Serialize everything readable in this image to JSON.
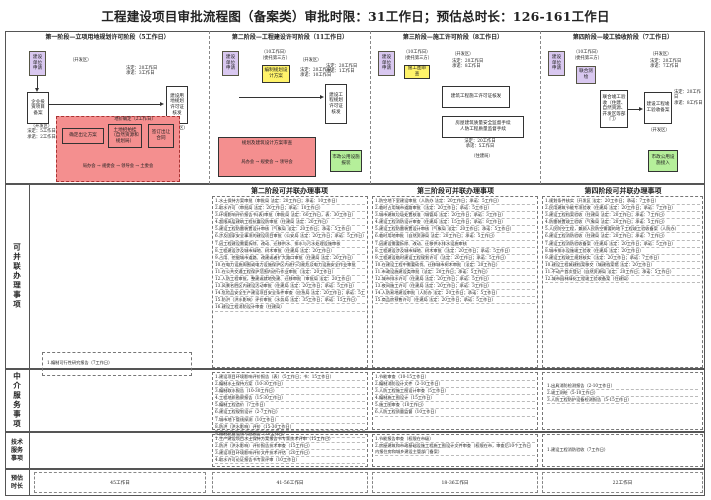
{
  "title": "工程建设项目审批流程图（备案类）审批时限：31工作日；预估总时长：126-161工作日",
  "stages": [
    {
      "title": "第一阶段—立项用地规划许可阶段（5工作日）"
    },
    {
      "title": "第二阶段—工程建设许可阶段（11工作日）"
    },
    {
      "title": "第三阶段—施工许可阶段（8工作日）"
    },
    {
      "title": "第四阶段—竣工验收阶段（7工作日）"
    }
  ],
  "stage1": {
    "apply": "建设单位申请",
    "dept": "（开发区）",
    "filing": "企业投资项目备案",
    "filing_time": "（开发区）\n法定：5工作日\n承诺：2工作日",
    "planning": "建设用地规划许可证核发",
    "planning_dept": "（开发区）",
    "planning_time": "法定：20工作日\n承诺：3工作日",
    "red_items": {
      "top": "地价确定（2工作日）",
      "a": "确定出让方案",
      "b": "土地招拍挂（自然资源和规划局）",
      "c": "签订出让合同",
      "bottom": "局办会 → 规委会 → 领导会 → 土委会"
    }
  },
  "stage2": {
    "apply": "建设单位申请",
    "pre": "（10工作日）",
    "pre2": "（委托第三方）",
    "design": "编制规划设计方案",
    "dept": "（开发区）",
    "time1": "法定：20工作日\n承诺：10工作日",
    "permit": "建设工程规划许可证核发",
    "permit_time": "法定：20工作日\n承诺：1工作日",
    "permit_dept": "（开发区）",
    "red_main": "规划及建筑设计方案审查",
    "red_bottom": "局办会 → 规委会 → 领导会",
    "green": "市政公用设施报装"
  },
  "stage3": {
    "apply": "建设单位申请",
    "pre": "（10工作日）",
    "pre2": "（委托第三方）",
    "design": "施工图审查",
    "dept": "（开发区）",
    "time1": "法定：20工作日\n承诺：8工作日",
    "permit": "建筑工程施工许可证核发",
    "box2": "房屋建筑质量安全监督手续\n人防工程质量监督手续",
    "box2_time": "法定：20工作日\n承诺：5工作日",
    "box2_dept": "（住建局）"
  },
  "stage4": {
    "apply": "建设单位申请",
    "pre": "（10工作日）",
    "pre2": "（委托第三方）",
    "joint": "联合测绘",
    "dept": "（开发区）",
    "time1": "法定：20工作日\n承诺：7工作日",
    "joint_accept": "联合竣工验收（住建、自然资源、开发区等部门）",
    "filing": "建设工程竣工验收备案",
    "filing_time": "法定：20工作日\n承诺：8工作日",
    "dept2": "（开发区）",
    "green": "市政公用设施接入"
  },
  "rows": {
    "parallel": "可并联办理事项",
    "agency": "中介服务事项",
    "tech": "技术服务事项",
    "duration": "预估时长"
  },
  "parallel": [
    {
      "header": "第二阶段可并联办理事项",
      "items": [
        "1.水土保持方案审批（审批局 法定：20工作日；承诺：10工作日）",
        "2.取水许可（审批局 法定：20工作日；承诺：10工作日）",
        "3.环境影响评价报告书(表)审批（审批局 法定：60工作日，表：30工作日）",
        "4.超限高层建筑工程抗震设防审批（住建局 法定：20工作日）",
        "5.建设工程防雷装置设计审核（气象局 法定：20工作日；承诺：5工作日）",
        "6.涉及国家安全事项的建设项目审批（公安局 法定：20工作日；承诺：5工作日）",
        "7.因工程建设需要拆除、改动、迁移供水、排水与污水处理设施审核",
        "8.工程建设涉及城市绿地、树木审批（住建局 法定：20工作日）",
        "9.占用、挖掘城市道路、改建或者扩大路口审批（住建局 法定：20工作日）",
        "10.在电力设施周围或电力设施保护区内进行可能危及电力设施安全作业审批",
        "11.在公共交通工程保护范围内进行作业审批（法定：20工作日）",
        "12.人防工程审批，整建或就地免建、迁移审批（审批局 法定：20工作日）",
        "13.风景名胜区内建设活动审批（住建局 法定：20工作日；承诺：5工作日）",
        "14.危险品安全生产建设项目安全条件审查（应急局 法定：20工作日；承诺：5工作日）",
        "15.防洪（洪水影响）评价审批（水务局 法定：35工作日；承诺：15工作日）",
        "16.建设工程消防设计审查（住建局）"
      ]
    },
    {
      "header": "第三阶段可并联办理事项",
      "items": [
        "1.防空地下室建设审批（人防办 法定：20工作日；承诺：5工作日）",
        "2.临时占用城市道路审批（法定：20工作日；承诺：5工作日）",
        "3.城市建筑垃圾处置核准（城管局 法定：20工作日；承诺：3工作日）",
        "4.建设工程消防设计审查（住建局 法定：15工作日；承诺：8工作日）",
        "5.建设工程防雷装置设计审核（气象局 法定：20工作日；承诺：5工作日）",
        "6.临时用地审批（自然资源局 法定：20工作日；承诺：5工作日）",
        "7.因建设需要拆除、改动、迁移供水排水设施审核",
        "8.工程建设涉及城市绿地、树木审批（法定：20工作日；承诺：5工作日）",
        "9.工程建设临时建设工程规划许可（法定：20工作日；承诺：5工作日）",
        "10.在建设工程中需要砍伐、迁移城市树木审批（法定：20工作日）",
        "11.市政设施建设类审批（法定：20工作日；承诺：5工作日）",
        "12.城市排水许可（住建局 法定：20工作日；承诺：5工作日）",
        "13.夜间施工许可（住建局 法定：20工作日；承诺：3工作日）",
        "14.人防易地建设审批（人防办 法定：20工作日；承诺：5工作日）",
        "15.商品房预售许可（住建局 法定：20工作日；承诺：5工作日）"
      ]
    },
    {
      "header": "第四阶段可并联办理事项",
      "items": [
        "1.规划条件核实（开发区 法定：20工作日；承诺：7工作日）",
        "2.民用建筑节能专项验收（住建局 法定：20工作日；承诺：7工作日）",
        "3.建设工程档案验收（住建局 法定：20工作日；承诺：7工作日）",
        "4.防雷装置竣工验收（气象局 法定：20工作日；承诺：5工作日）",
        "5.人民防空工程，兼顾人民防空需要的地下工程竣工验收备案（人防办）",
        "6.建设工程消防验收（住建局 法定：20工作日；承诺：7工作日）",
        "7.建设工程消防验收备案（住建局 法定：20工作日；承诺：5工作日）",
        "8.城市排水设施竣工验收（住建局 法定：20工作日）",
        "9.建设工程竣工规划核实（法定：20工作日；承诺：7工作日）",
        "10.建设工程城建档案移交（城建档案馆 法定：20工作日）",
        "11.不动产首次登记（自然资源局 法定：20工作日；承诺：5工作日）",
        "12.城市园林绿化工程竣工验收备案（住建局）"
      ]
    }
  ],
  "agency": [
    {
      "items": [
        "1.编制可行性研究报告（7工作日）"
      ]
    },
    {
      "items": [
        "1.建设项目环境影响评价报告（表）（5工作日；书：15工作日）",
        "2.编制水土保持方案（10-30工作日）",
        "3.编制取水报告（10-30工作日）",
        "4.工程地质勘察报告（15-30工作日）",
        "5.编制工程造价（7工作日）",
        "6.建设工程规划设计（2-7工作日）",
        "7.城市地下管线探测（10工作日）",
        "8.防洪（洪水影响）评价（15-30工作日）",
        "9.编制抗震设防专题报告（20工作日）"
      ]
    },
    {
      "items": [
        "1.节能审查（10-15工作日）",
        "2.编制消防设计文件（2-10工作日）",
        "3.人防工程施工图设计审查（5工作日）",
        "4.编制施工图设计（15工作日）",
        "5.施工图审查（10工作日）",
        "6.人防工程质量监督（10工作日）"
      ]
    },
    {
      "items": [
        "1.出具消防检测报告（2-10工作日）",
        "2.竣工测绘（5-10工作日）",
        "3.人防工程防护设备检测报告（5-15工作日）"
      ]
    }
  ],
  "tech": [
    {
      "items": []
    },
    {
      "items": [
        "1.生产建设项目水土保持方案报告书专家技术评审（15工作日）",
        "2.防洪（洪水影响）评价报告技术审查（15工作日）",
        "3.建设项目环境影响评价文件技术评估（20工作日）",
        "4.取水许可论证报告书专家评审（10工作日）"
      ]
    },
    {
      "items": [
        "1.节能报告审查（权限在市级）",
        "2.房屋建筑和市政基础设施工程施工图设计文件审查（权限在市，审查后10个工作日内报住房和城乡建设主管部门备案）"
      ]
    },
    {
      "items": [
        "1.建设工程消防验收（7工作日）"
      ]
    }
  ],
  "durations": [
    "45工作日",
    "41-56工作日",
    "18-36工作日",
    "22工作日"
  ]
}
